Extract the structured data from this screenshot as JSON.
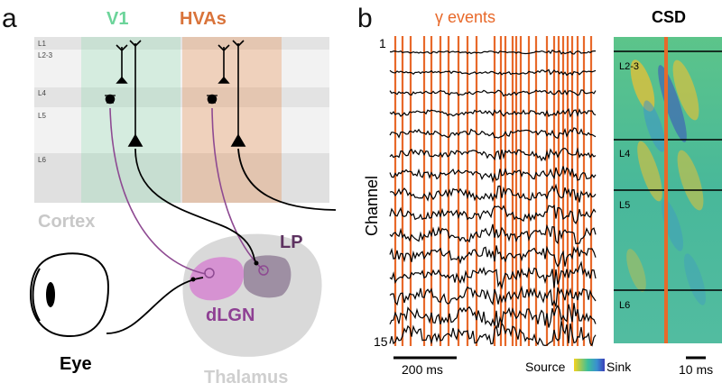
{
  "panel_a": {
    "label": "a",
    "v1_label": "V1",
    "hvas_label": "HVAs",
    "layer_labels": [
      "L1",
      "L2-3",
      "L4",
      "L5",
      "L6"
    ],
    "cortex_label": "Cortex",
    "lp_label": "LP",
    "dlgn_label": "dLGN",
    "eye_label": "Eye",
    "thalamus_label": "Thalamus",
    "colors": {
      "v1": "#6cd49a",
      "hvas": "#d9733a",
      "dlgn": "#a64ca6",
      "lp": "#5d3260",
      "cortex_text": "#c8c8c8",
      "thalamus": "#d3d3d3"
    }
  },
  "panel_b": {
    "label": "b",
    "gamma_events_label": "γ events",
    "channel_axis_label": "Channel",
    "channel_first": "1",
    "channel_last": "15",
    "time_scalebar_label": "200 ms",
    "csd_title": "CSD",
    "csd_layer_labels": [
      "L2-3",
      "L4",
      "L5",
      "L6"
    ],
    "colorbar_left_label": "Source",
    "colorbar_right_label": "Sink",
    "csd_scalebar_label": "10 ms",
    "colors": {
      "gamma_event_line": "#e8692a",
      "csd_source": "#f2c12e",
      "csd_mid": "#2ab3a0",
      "csd_sink": "#3b4cc0"
    }
  }
}
